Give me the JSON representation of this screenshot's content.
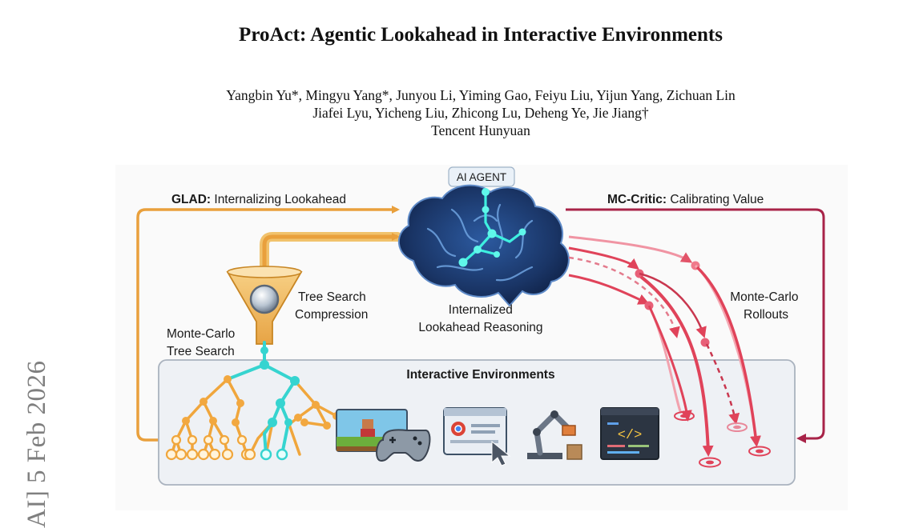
{
  "paper": {
    "title": "ProAct: Agentic Lookahead in Interactive Environments",
    "authors_line1": "Yangbin Yu*, Mingyu Yang*, Junyou Li, Yiming Gao, Feiyu Liu, Yijun Yang, Zichuan Lin",
    "authors_line2": "Jiafei Lyu, Yicheng Liu, Zhicong Lu, Deheng Ye, Jie Jiang†",
    "affiliation": "Tencent Hunyuan",
    "arxiv_stamp": "AI]  5 Feb 2026"
  },
  "figure": {
    "ai_agent_badge": "AI AGENT",
    "glad_bold": "GLAD:",
    "glad_text": " Internalizing Lookahead",
    "mc_critic_bold": "MC-Critic:",
    "mc_critic_text": " Calibrating Value",
    "tree_search_line1": "Tree Search",
    "tree_search_line2": "Compression",
    "internalized_line1": "Internalized",
    "internalized_line2": "Lookahead Reasoning",
    "mcts_line1": "Monte-Carlo",
    "mcts_line2": "Tree Search",
    "rollouts_line1": "Monte-Carlo",
    "rollouts_line2": "Rollouts",
    "env_title": "Interactive Environments",
    "code_glyph": "</>",
    "colors": {
      "glad_orange": "#e9a03c",
      "critic_red": "#a82348",
      "rollout_red": "#e0435a",
      "brain_blue": "#1d3d74",
      "tree_teal": "#33d0d0"
    }
  }
}
